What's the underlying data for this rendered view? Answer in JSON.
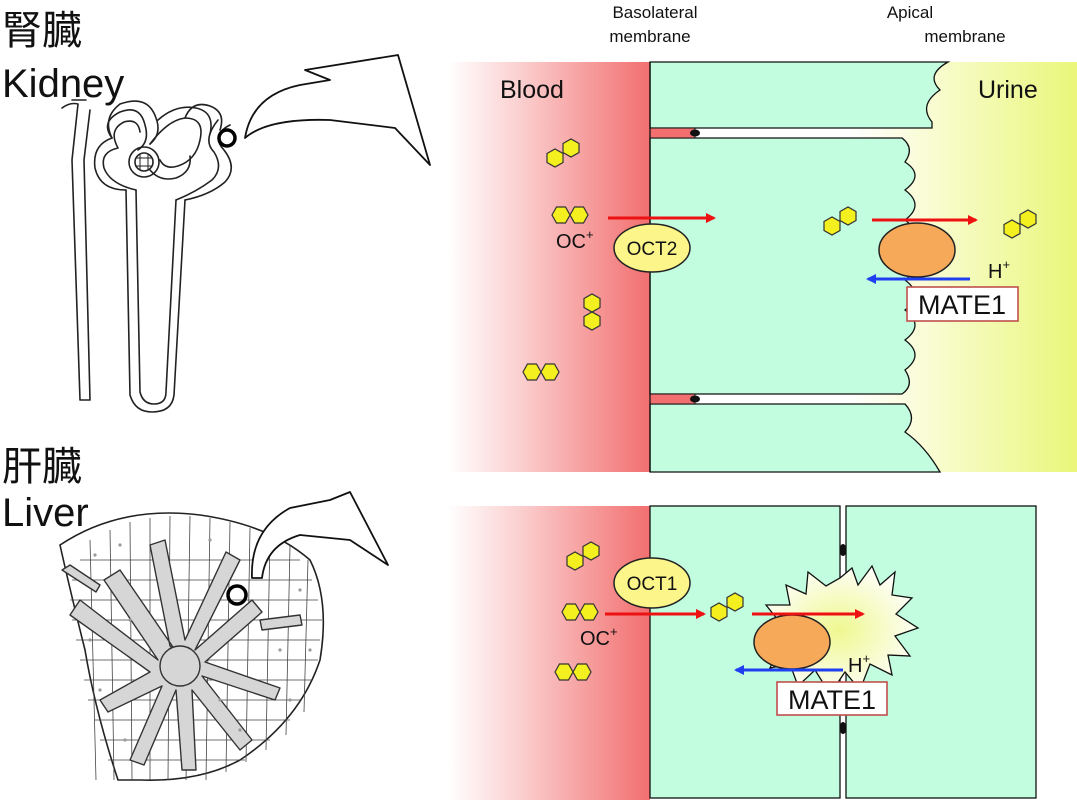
{
  "kidney": {
    "title_ja": "腎臓",
    "title_en": "Kidney",
    "membrane_basolateral": [
      "Basolateral",
      "membrane"
    ],
    "membrane_apical": [
      "Apical",
      "membrane"
    ],
    "blood_label": "Blood",
    "urine_label": "Urine",
    "oc_label": "OC",
    "oc_charge": "+",
    "uptake_transporter": "OCT2",
    "efflux_transporter": "MATE1",
    "proton_label": "H",
    "proton_charge": "+"
  },
  "liver": {
    "title_ja": "肝臓",
    "title_en": "Liver",
    "oc_label": "OC",
    "oc_charge": "+",
    "uptake_transporter": "OCT1",
    "efflux_transporter": "MATE1",
    "proton_label": "H",
    "proton_charge": "+"
  },
  "colors": {
    "blood": "#f26f6f",
    "cell": "#c2fde0",
    "urine": "#e9f77a",
    "compound": "#f4ef1e",
    "transporter_oct": "#fbf58a",
    "transporter_mate": "#f7a95a",
    "arrow_influx": "#ee1111",
    "arrow_proton": "#1f3ff0",
    "label_box": "#c0504d"
  }
}
